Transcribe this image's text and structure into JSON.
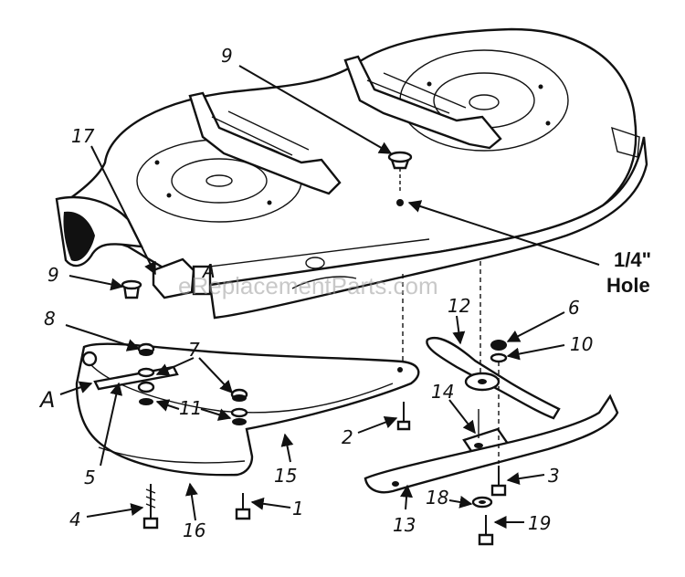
{
  "watermark": "eReplacementParts.com",
  "hole_note": {
    "size": "1/4\"",
    "word": "Hole"
  },
  "callouts": {
    "c9_top": "9",
    "c17": "17",
    "c9_left": "9",
    "cA_deck": "A",
    "c8": "8",
    "c7": "7",
    "cA_shield": "A",
    "c11": "11",
    "c5": "5",
    "c4": "4",
    "c16": "16",
    "c1": "1",
    "c15": "15",
    "c2": "2",
    "c12": "12",
    "c6": "6",
    "c10": "10",
    "c14": "14",
    "c3": "3",
    "c18": "18",
    "c13": "13",
    "c19": "19"
  }
}
